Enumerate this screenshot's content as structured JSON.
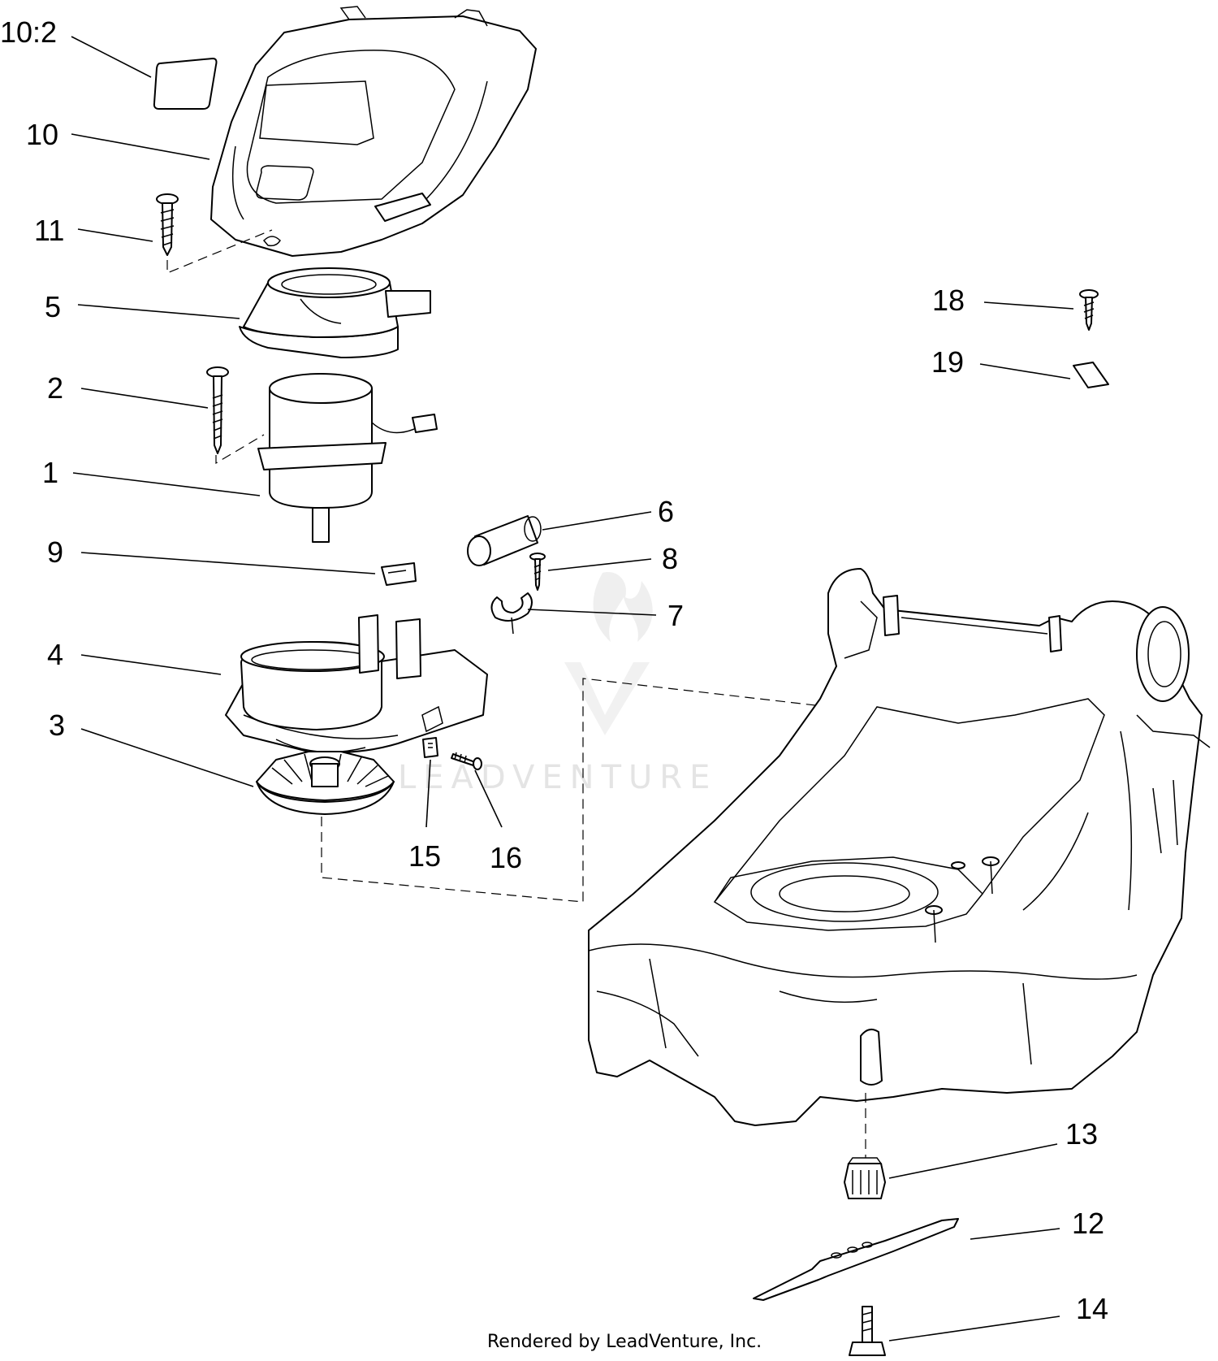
{
  "callouts": {
    "c10_2": "10:2",
    "c10": "10",
    "c11": "11",
    "c5": "5",
    "c2": "2",
    "c1": "1",
    "c9": "9",
    "c4": "4",
    "c3": "3",
    "c6": "6",
    "c8": "8",
    "c7": "7",
    "c15": "15",
    "c16": "16",
    "c18": "18",
    "c19": "19",
    "c13": "13",
    "c12": "12",
    "c14": "14"
  },
  "watermark": "LEADVENTURE",
  "footer": "Rendered by LeadVenture, Inc."
}
